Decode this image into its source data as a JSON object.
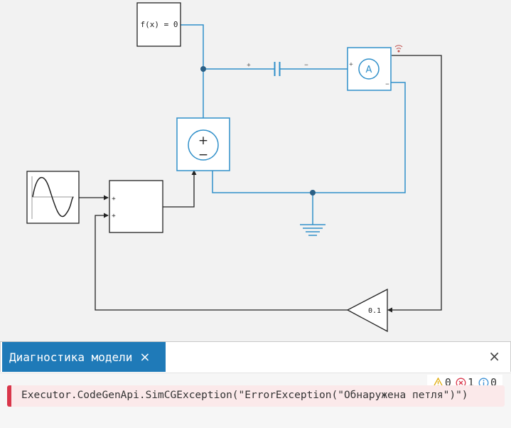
{
  "diagram": {
    "function_block_label": "f(x) = 0",
    "gain_label": "0.1",
    "ammeter_label": "A",
    "source_plus": "+",
    "source_minus": "−",
    "cap_plus": "+",
    "cap_minus": "−",
    "ammeter_plus": "+",
    "ammeter_minus": "−",
    "sum_in1": "+",
    "sum_in2": "+"
  },
  "diagnostics": {
    "tab_title": "Диагностика модели",
    "tab_close": "×",
    "panel_close": "×",
    "warnings_count": "0",
    "errors_count": "1",
    "info_count": "0",
    "messages": [
      {
        "severity": "error",
        "text": "Executor.CodeGenApi.SimCGException(\"ErrorException(\"Обнаружена петля\")\")"
      }
    ]
  },
  "colors": {
    "wire_blue": "#2f8fc9",
    "wire_black": "#222222",
    "tab_blue": "#1f7ab8",
    "error_red": "#d9364a",
    "warning_yellow": "#e0a800",
    "info_blue": "#3b8fd4"
  }
}
